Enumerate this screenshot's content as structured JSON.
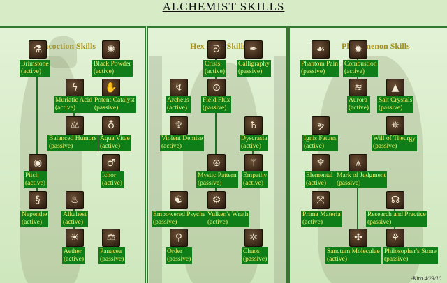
{
  "title": "ALCHEMIST SKILLS",
  "columns": [
    {
      "heading": "Concoction Skills"
    },
    {
      "heading": "Hex Field Skills"
    },
    {
      "heading": "Phenomenon Skills"
    }
  ],
  "skills": [
    {
      "name": "Brimstone",
      "status": "(active)",
      "icon": "flask-icon",
      "glyph": "⚗"
    },
    {
      "name": "Black Powder",
      "status": "(active)",
      "icon": "powder-icon",
      "glyph": "✺"
    },
    {
      "name": "Muriatic Acid",
      "status": "(active)",
      "icon": "lightning-icon",
      "glyph": "ϟ"
    },
    {
      "name": "Potent Catalyst",
      "status": "(passive)",
      "icon": "hand-icon",
      "glyph": "✋"
    },
    {
      "name": "Balanced Humors",
      "status": "(passive)",
      "icon": "scales-icon",
      "glyph": "⚖"
    },
    {
      "name": "Aqua Vitae",
      "status": "(active)",
      "icon": "drop-icon",
      "glyph": "♁"
    },
    {
      "name": "Pitch",
      "status": "(active)",
      "icon": "ring-icon",
      "glyph": "◉"
    },
    {
      "name": "Ichor",
      "status": "(active)",
      "icon": "vial-icon",
      "glyph": "♂"
    },
    {
      "name": "Nepenthe",
      "status": "(active)",
      "icon": "swirl-icon",
      "glyph": "§"
    },
    {
      "name": "Alkahest",
      "status": "(active)",
      "icon": "flame-icon",
      "glyph": "♨"
    },
    {
      "name": "Aether",
      "status": "(active)",
      "icon": "sun-icon",
      "glyph": "☀"
    },
    {
      "name": "Panacea",
      "status": "(passive)",
      "icon": "balance-icon",
      "glyph": "⚖"
    },
    {
      "name": "Crisis",
      "status": "(active)",
      "icon": "spiral-icon",
      "glyph": "ᘐ"
    },
    {
      "name": "Calligraphy",
      "status": "(passive)",
      "icon": "quill-icon",
      "glyph": "✒"
    },
    {
      "name": "Archeus",
      "status": "(active)",
      "icon": "hook-icon",
      "glyph": "↯"
    },
    {
      "name": "Field Flux",
      "status": "(passive)",
      "icon": "target-icon",
      "glyph": "⊙"
    },
    {
      "name": "Violent Demise",
      "status": "(active)",
      "icon": "serpent-icon",
      "glyph": "♆"
    },
    {
      "name": "Dyscrasia",
      "status": "(active)",
      "icon": "glyph-icon",
      "glyph": "♄"
    },
    {
      "name": "Mystic Pattern",
      "status": "(passive)",
      "icon": "pattern-icon",
      "glyph": "⊛"
    },
    {
      "name": "Empathy",
      "status": "(active)",
      "icon": "symbol-icon",
      "glyph": "⚚"
    },
    {
      "name": "Empowered Psyche",
      "status": "(passive)",
      "icon": "eye-icon",
      "glyph": "☯"
    },
    {
      "name": "Vulken's Wrath",
      "status": "(active)",
      "icon": "gear-icon",
      "glyph": "⚙"
    },
    {
      "name": "Order",
      "status": "(passive)",
      "icon": "cross-icon",
      "glyph": "♀"
    },
    {
      "name": "Chaos",
      "status": "(passive)",
      "icon": "chaos-icon",
      "glyph": "✲"
    },
    {
      "name": "Phantom Pain",
      "status": "(passive)",
      "icon": "claw-icon",
      "glyph": "☙"
    },
    {
      "name": "Combustion",
      "status": "(active)",
      "icon": "burst-icon",
      "glyph": "✹"
    },
    {
      "name": "Aurora",
      "status": "(active)",
      "icon": "waves-icon",
      "glyph": "≋"
    },
    {
      "name": "Salt Crystals",
      "status": "(passive)",
      "icon": "crystals-icon",
      "glyph": "▲"
    },
    {
      "name": "Ignis Fatuus",
      "status": "(active)",
      "icon": "wisp-icon",
      "glyph": "ຯ"
    },
    {
      "name": "Will of Theurgy",
      "status": "(passive)",
      "icon": "radiance-icon",
      "glyph": "✵"
    },
    {
      "name": "Elemental",
      "status": "(active)",
      "icon": "figure-icon",
      "glyph": "♆"
    },
    {
      "name": "Mark of Judgment",
      "status": "(passive)",
      "icon": "mark-icon",
      "glyph": "⩚"
    },
    {
      "name": "Prima Materia",
      "status": "(active)",
      "icon": "arrows-icon",
      "glyph": "⤧"
    },
    {
      "name": "Research and Practice",
      "status": "(passive)",
      "icon": "scroll-icon",
      "glyph": "☊"
    },
    {
      "name": "Sanctum Moleculae",
      "status": "(active)",
      "icon": "molecule-icon",
      "glyph": "✣"
    },
    {
      "name": "Philosopher's Stone",
      "status": "(passive)",
      "icon": "stone-icon",
      "glyph": "⚘"
    }
  ],
  "signature": "-Kira 4/23/10"
}
